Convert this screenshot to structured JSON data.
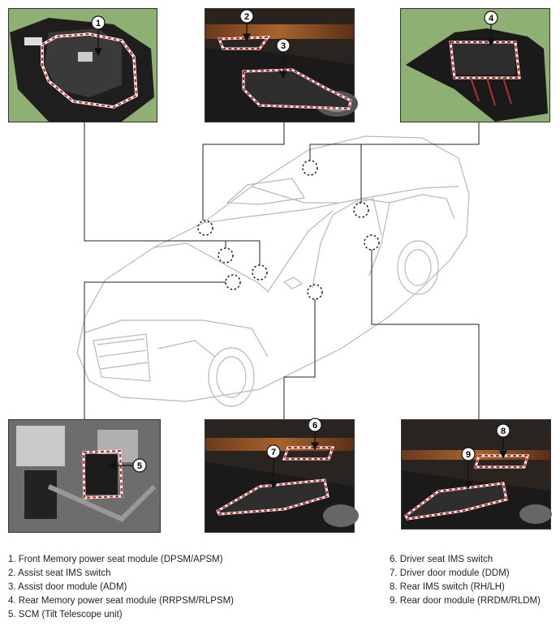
{
  "callouts": {
    "c1": "1",
    "c2": "2",
    "c3": "3",
    "c4": "4",
    "c5": "5",
    "c6": "6",
    "c7": "7",
    "c8": "8",
    "c9": "9"
  },
  "legend": {
    "left": [
      "1. Front Memory power seat module (DPSM/APSM)",
      "2. Assist seat IMS switch",
      "3. Assist door module (ADM)",
      "4. Rear Memory power seat module (RRPSM/RLPSM)",
      "5. SCM (Tilt Telescope unit)"
    ],
    "right": [
      "6. Driver seat IMS switch",
      "7. Driver door module (DDM)",
      "8. Rear IMS switch (RH/LH)",
      "9. Rear door module (RRDM/RLDM)"
    ]
  },
  "colors": {
    "highlight_dash": "#cc1f1f",
    "photo_green": "#8fb073",
    "car_outline": "#b8b8b8",
    "leader_line": "#222222"
  }
}
